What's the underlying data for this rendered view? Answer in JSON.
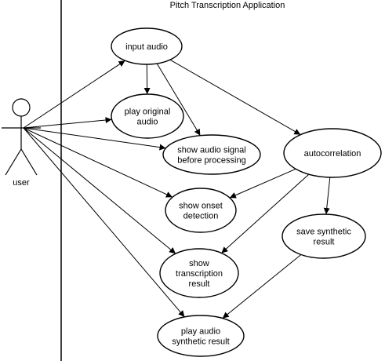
{
  "system": {
    "title": "Pitch Transcription Application"
  },
  "actor": {
    "label": "user"
  },
  "use_cases": [
    {
      "id": "input-audio",
      "lines": [
        "input audio"
      ]
    },
    {
      "id": "play-original-audio",
      "lines": [
        "play original",
        "audio"
      ]
    },
    {
      "id": "show-audio-signal",
      "lines": [
        "show audio signal",
        "before processing"
      ]
    },
    {
      "id": "autocorrelation",
      "lines": [
        "autocorrelation"
      ]
    },
    {
      "id": "show-onset-detection",
      "lines": [
        "show onset",
        "detection"
      ]
    },
    {
      "id": "save-synthetic-result",
      "lines": [
        "save synthetic",
        "result"
      ]
    },
    {
      "id": "show-transcription-result",
      "lines": [
        "show",
        "transcription",
        "result"
      ]
    },
    {
      "id": "play-audio-synthetic-result",
      "lines": [
        "play audio",
        "synthetic result"
      ]
    }
  ],
  "associations": [
    {
      "from": "user",
      "to": "input-audio"
    },
    {
      "from": "user",
      "to": "play-original-audio"
    },
    {
      "from": "user",
      "to": "show-audio-signal"
    },
    {
      "from": "user",
      "to": "show-onset-detection"
    },
    {
      "from": "user",
      "to": "show-transcription-result"
    },
    {
      "from": "user",
      "to": "play-audio-synthetic-result"
    },
    {
      "from": "input-audio",
      "to": "play-original-audio"
    },
    {
      "from": "input-audio",
      "to": "show-audio-signal"
    },
    {
      "from": "input-audio",
      "to": "autocorrelation"
    },
    {
      "from": "autocorrelation",
      "to": "show-onset-detection"
    },
    {
      "from": "autocorrelation",
      "to": "save-synthetic-result"
    },
    {
      "from": "autocorrelation",
      "to": "show-transcription-result"
    },
    {
      "from": "save-synthetic-result",
      "to": "play-audio-synthetic-result"
    }
  ]
}
